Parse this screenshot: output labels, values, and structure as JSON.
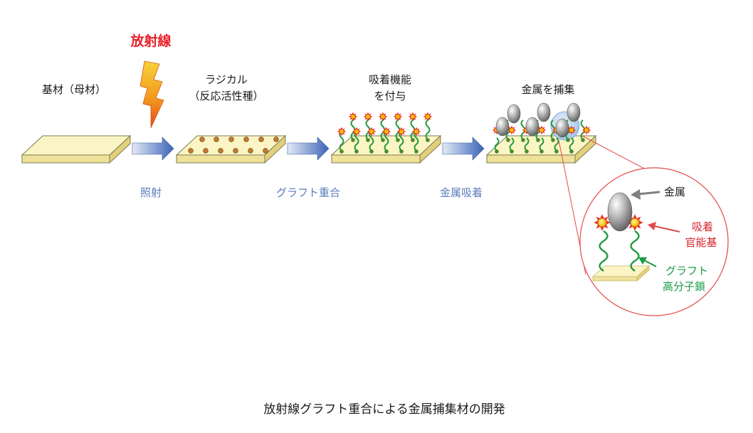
{
  "title": "放射線グラフト重合による金属捕集材の開発",
  "radiation_label": "放射線",
  "stages": [
    {
      "label_lines": [
        "基材（母材）"
      ]
    },
    {
      "label_lines": [
        "ラジカル",
        "（反応活性種）"
      ]
    },
    {
      "label_lines": [
        "吸着機能",
        "を付与"
      ]
    },
    {
      "label_lines": [
        "金属を捕集"
      ]
    }
  ],
  "steps": [
    "照射",
    "グラフト重合",
    "金属吸着"
  ],
  "detail": {
    "metal": "金属",
    "functional_group_lines": [
      "吸着",
      "官能基"
    ],
    "graft_chain_lines": [
      "グラフト",
      "高分子鎖"
    ]
  },
  "colors": {
    "radiation": "#e8202a",
    "step_text": "#5b7dba",
    "functional_group_text": "#d6262d",
    "graft_text": "#1a9a44",
    "substrate": "#f8f0b8",
    "radical": "#c07a2e",
    "chain": "#1f9a3c",
    "metal": "#9a9a9a",
    "magnifier": "#e34a4a"
  }
}
